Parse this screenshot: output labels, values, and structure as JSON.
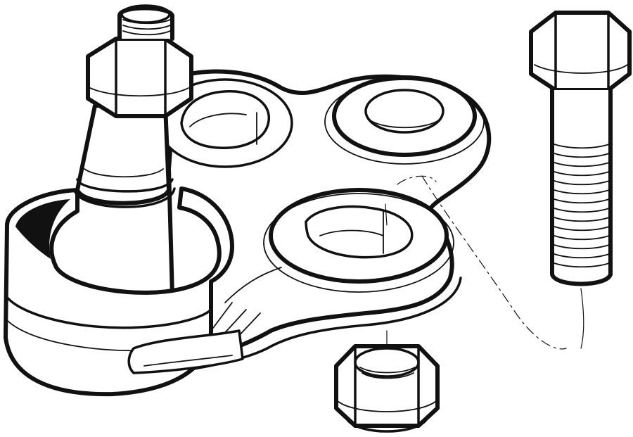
{
  "diagram": {
    "background": "#ffffff",
    "line_color": "#111111",
    "parts": [
      "ball-joint",
      "mounting-flange",
      "hex-bolt",
      "lock-nut"
    ]
  }
}
